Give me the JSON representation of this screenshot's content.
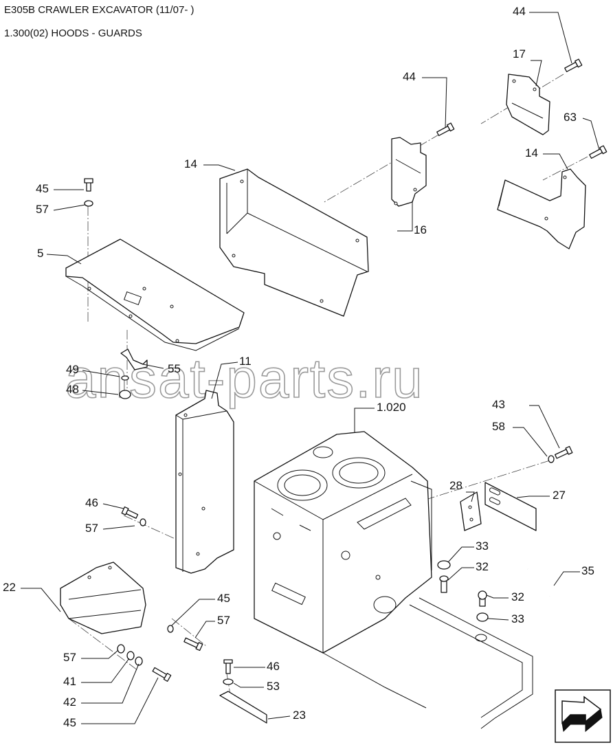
{
  "header": {
    "title": "E305B CRAWLER EXCAVATOR (11/07- )",
    "subtitle": "1.300(02) HOODS - GUARDS"
  },
  "watermark": "ansat-parts.ru",
  "callouts": [
    {
      "id": "c44a",
      "text": "44"
    },
    {
      "id": "c17",
      "text": "17"
    },
    {
      "id": "c44b",
      "text": "44"
    },
    {
      "id": "c63",
      "text": "63"
    },
    {
      "id": "c14a",
      "text": "14"
    },
    {
      "id": "c14b",
      "text": "14"
    },
    {
      "id": "c45a",
      "text": "45"
    },
    {
      "id": "c57a",
      "text": "57"
    },
    {
      "id": "c16",
      "text": "16"
    },
    {
      "id": "c5",
      "text": "5"
    },
    {
      "id": "c49",
      "text": "49"
    },
    {
      "id": "c55",
      "text": "55"
    },
    {
      "id": "c11",
      "text": "11"
    },
    {
      "id": "c48",
      "text": "48"
    },
    {
      "id": "c1020",
      "text": "1.020"
    },
    {
      "id": "c43",
      "text": "43"
    },
    {
      "id": "c58",
      "text": "58"
    },
    {
      "id": "c28",
      "text": "28"
    },
    {
      "id": "c27",
      "text": "27"
    },
    {
      "id": "c46a",
      "text": "46"
    },
    {
      "id": "c57b",
      "text": "57"
    },
    {
      "id": "c33a",
      "text": "33"
    },
    {
      "id": "c32a",
      "text": "32"
    },
    {
      "id": "c35",
      "text": "35"
    },
    {
      "id": "c22",
      "text": "22"
    },
    {
      "id": "c45b",
      "text": "45"
    },
    {
      "id": "c32b",
      "text": "32"
    },
    {
      "id": "c57c",
      "text": "57"
    },
    {
      "id": "c33b",
      "text": "33"
    },
    {
      "id": "c57d",
      "text": "57"
    },
    {
      "id": "c46b",
      "text": "46"
    },
    {
      "id": "c41",
      "text": "41"
    },
    {
      "id": "c53",
      "text": "53"
    },
    {
      "id": "c42",
      "text": "42"
    },
    {
      "id": "c23",
      "text": "23"
    },
    {
      "id": "c45c",
      "text": "45"
    }
  ],
  "icons": {
    "nav": "next-page-arrow-icon"
  }
}
